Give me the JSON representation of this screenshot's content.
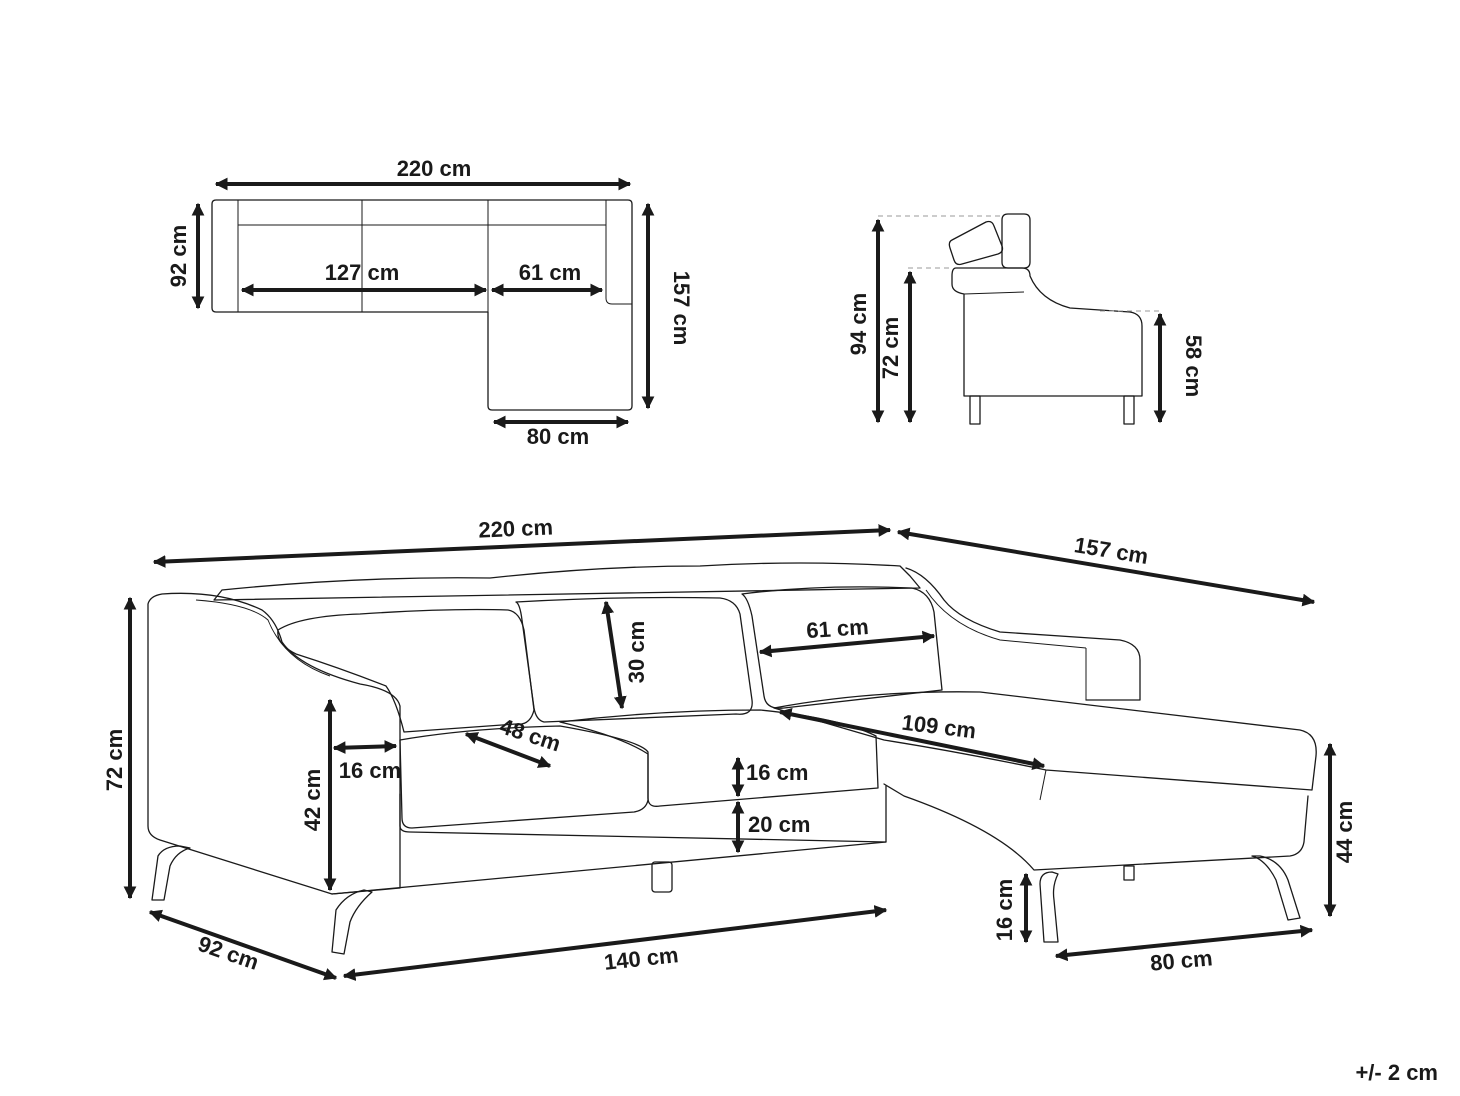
{
  "top_view": {
    "width": "220 cm",
    "depth": "92 cm",
    "seat_width": "127 cm",
    "chaise_seat_width": "61 cm",
    "chaise_length": "157 cm",
    "chaise_width": "80 cm"
  },
  "side_view": {
    "height_total": "94 cm",
    "height_back": "72 cm",
    "height_arm": "58 cm"
  },
  "perspective_view": {
    "width": "220 cm",
    "chaise_length": "157 cm",
    "cushion_height": "30 cm",
    "cushion_width": "61 cm",
    "chaise_seat_depth": "109 cm",
    "seat_depth": "48 cm",
    "arm_width": "16 cm",
    "seat_cushion_height": "16 cm",
    "base_height": "20 cm",
    "seat_height": "42 cm",
    "back_height": "72 cm",
    "chaise_height": "44 cm",
    "leg_height": "16 cm",
    "depth": "92 cm",
    "front_width": "140 cm",
    "chaise_width": "80 cm"
  },
  "tolerance": "+/- 2 cm"
}
